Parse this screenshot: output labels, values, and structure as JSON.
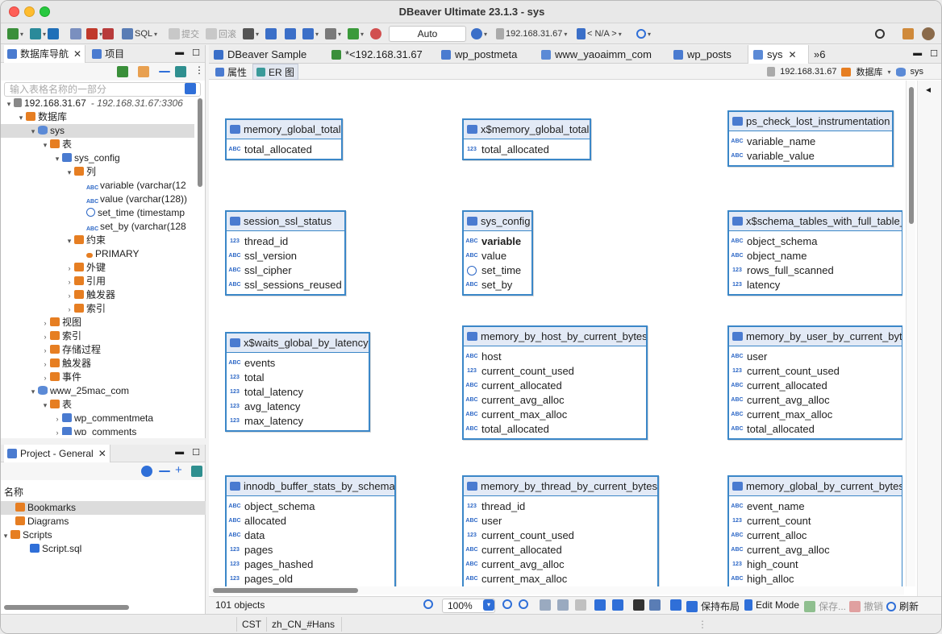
{
  "window": {
    "title": "DBeaver Ultimate 23.1.3 - sys"
  },
  "toolbar": {
    "sql_label": "SQL",
    "commit_label": "提交",
    "rollback_label": "回滚",
    "tx_mode": "Auto",
    "connection": "192.168.31.67",
    "schema": "< N/A >"
  },
  "navigator": {
    "tab_db": "数据库导航",
    "tab_project": "项目",
    "filter_placeholder": "输入表格名称的一部分",
    "tree": [
      {
        "indent": 0,
        "arrow": "▾",
        "icon": "server",
        "label": "192.168.31.67",
        "extra": "- 192.168.31.67:3306"
      },
      {
        "indent": 1,
        "arrow": "▾",
        "icon": "folder",
        "label": "数据库"
      },
      {
        "indent": 2,
        "arrow": "▾",
        "icon": "db",
        "label": "sys",
        "selected": true
      },
      {
        "indent": 3,
        "arrow": "▾",
        "icon": "folder",
        "label": "表"
      },
      {
        "indent": 4,
        "arrow": "▾",
        "icon": "table",
        "label": "sys_config"
      },
      {
        "indent": 5,
        "arrow": "▾",
        "icon": "folder",
        "label": "列"
      },
      {
        "indent": 6,
        "arrow": "",
        "icon": "abc",
        "label": "variable (varchar(12"
      },
      {
        "indent": 6,
        "arrow": "",
        "icon": "abc",
        "label": "value (varchar(128))"
      },
      {
        "indent": 6,
        "arrow": "",
        "icon": "clock",
        "label": "set_time (timestamp"
      },
      {
        "indent": 6,
        "arrow": "",
        "icon": "abc",
        "label": "set_by (varchar(128"
      },
      {
        "indent": 5,
        "arrow": "▾",
        "icon": "folder",
        "label": "约束"
      },
      {
        "indent": 6,
        "arrow": "",
        "icon": "key",
        "label": "PRIMARY"
      },
      {
        "indent": 5,
        "arrow": "›",
        "icon": "folder",
        "label": "外键"
      },
      {
        "indent": 5,
        "arrow": "›",
        "icon": "folder",
        "label": "引用"
      },
      {
        "indent": 5,
        "arrow": "›",
        "icon": "folder",
        "label": "触发器"
      },
      {
        "indent": 5,
        "arrow": "›",
        "icon": "folder",
        "label": "索引"
      },
      {
        "indent": 3,
        "arrow": "›",
        "icon": "folder",
        "label": "视图"
      },
      {
        "indent": 3,
        "arrow": "›",
        "icon": "folder",
        "label": "索引"
      },
      {
        "indent": 3,
        "arrow": "›",
        "icon": "folder",
        "label": "存储过程"
      },
      {
        "indent": 3,
        "arrow": "›",
        "icon": "folder",
        "label": "触发器"
      },
      {
        "indent": 3,
        "arrow": "›",
        "icon": "folder",
        "label": "事件"
      },
      {
        "indent": 2,
        "arrow": "▾",
        "icon": "db",
        "label": "www_25mac_com"
      },
      {
        "indent": 3,
        "arrow": "▾",
        "icon": "folder",
        "label": "表"
      },
      {
        "indent": 4,
        "arrow": "›",
        "icon": "table",
        "label": "wp_commentmeta"
      },
      {
        "indent": 4,
        "arrow": "›",
        "icon": "table",
        "label": "wp_comments"
      }
    ]
  },
  "project": {
    "tab": "Project - General",
    "column": "名称",
    "items": [
      {
        "label": "Bookmarks",
        "selected": true
      },
      {
        "label": "Diagrams"
      },
      {
        "label": "Scripts",
        "arrow": "▾"
      },
      {
        "label": "Script.sql",
        "child": true
      }
    ]
  },
  "editor": {
    "tabs": [
      "DBeaver Sample",
      "*<192.168.31.67",
      "wp_postmeta",
      "www_yaoaimm_com",
      "wp_posts",
      "sys",
      "»6"
    ],
    "subtabs": [
      "属性",
      "ER 图"
    ],
    "crumb_connection": "192.168.31.67",
    "crumb_db": "数据库",
    "crumb_schema": "sys"
  },
  "entities": [
    {
      "name": "memory_global_total",
      "cols": [
        [
          "ABC",
          "total_allocated"
        ]
      ]
    },
    {
      "name": "x$memory_global_total",
      "cols": [
        [
          "123",
          "total_allocated"
        ]
      ]
    },
    {
      "name": "ps_check_lost_instrumentation",
      "cols": [
        [
          "ABC",
          "variable_name"
        ],
        [
          "ABC",
          "variable_value"
        ]
      ]
    },
    {
      "name": "session_ssl_status",
      "cols": [
        [
          "123",
          "thread_id"
        ],
        [
          "ABC",
          "ssl_version"
        ],
        [
          "ABC",
          "ssl_cipher"
        ],
        [
          "ABC",
          "ssl_sessions_reused"
        ]
      ]
    },
    {
      "name": "sys_config",
      "cols": [
        [
          "KEY",
          "variable"
        ],
        [
          "ABC",
          "value"
        ],
        [
          "CLK",
          "set_time"
        ],
        [
          "ABC",
          "set_by"
        ]
      ]
    },
    {
      "name": "x$schema_tables_with_full_table_",
      "cols": [
        [
          "ABC",
          "object_schema"
        ],
        [
          "ABC",
          "object_name"
        ],
        [
          "123",
          "rows_full_scanned"
        ],
        [
          "123",
          "latency"
        ]
      ]
    },
    {
      "name": "x$waits_global_by_latency",
      "cols": [
        [
          "ABC",
          "events"
        ],
        [
          "123",
          "total"
        ],
        [
          "123",
          "total_latency"
        ],
        [
          "123",
          "avg_latency"
        ],
        [
          "123",
          "max_latency"
        ]
      ]
    },
    {
      "name": "memory_by_host_by_current_bytes",
      "cols": [
        [
          "ABC",
          "host"
        ],
        [
          "123",
          "current_count_used"
        ],
        [
          "ABC",
          "current_allocated"
        ],
        [
          "ABC",
          "current_avg_alloc"
        ],
        [
          "ABC",
          "current_max_alloc"
        ],
        [
          "ABC",
          "total_allocated"
        ]
      ]
    },
    {
      "name": "memory_by_user_by_current_byte",
      "cols": [
        [
          "ABC",
          "user"
        ],
        [
          "123",
          "current_count_used"
        ],
        [
          "ABC",
          "current_allocated"
        ],
        [
          "ABC",
          "current_avg_alloc"
        ],
        [
          "ABC",
          "current_max_alloc"
        ],
        [
          "ABC",
          "total_allocated"
        ]
      ]
    },
    {
      "name": "innodb_buffer_stats_by_schema",
      "cols": [
        [
          "ABC",
          "object_schema"
        ],
        [
          "ABC",
          "allocated"
        ],
        [
          "ABC",
          "data"
        ],
        [
          "123",
          "pages"
        ],
        [
          "123",
          "pages_hashed"
        ],
        [
          "123",
          "pages_old"
        ]
      ]
    },
    {
      "name": "memory_by_thread_by_current_bytes",
      "cols": [
        [
          "123",
          "thread_id"
        ],
        [
          "ABC",
          "user"
        ],
        [
          "123",
          "current_count_used"
        ],
        [
          "ABC",
          "current_allocated"
        ],
        [
          "ABC",
          "current_avg_alloc"
        ],
        [
          "ABC",
          "current_max_alloc"
        ]
      ]
    },
    {
      "name": "memory_global_by_current_bytes",
      "cols": [
        [
          "ABC",
          "event_name"
        ],
        [
          "123",
          "current_count"
        ],
        [
          "ABC",
          "current_alloc"
        ],
        [
          "ABC",
          "current_avg_alloc"
        ],
        [
          "123",
          "high_count"
        ],
        [
          "ABC",
          "high_alloc"
        ]
      ]
    }
  ],
  "status": {
    "objects": "101 objects",
    "zoom": "100%",
    "keep_layout": "保持布局",
    "edit_mode": "Edit Mode",
    "save": "保存...",
    "undo": "撤销",
    "refresh": "刷新",
    "timezone": "CST",
    "locale": "zh_CN_#Hans"
  }
}
